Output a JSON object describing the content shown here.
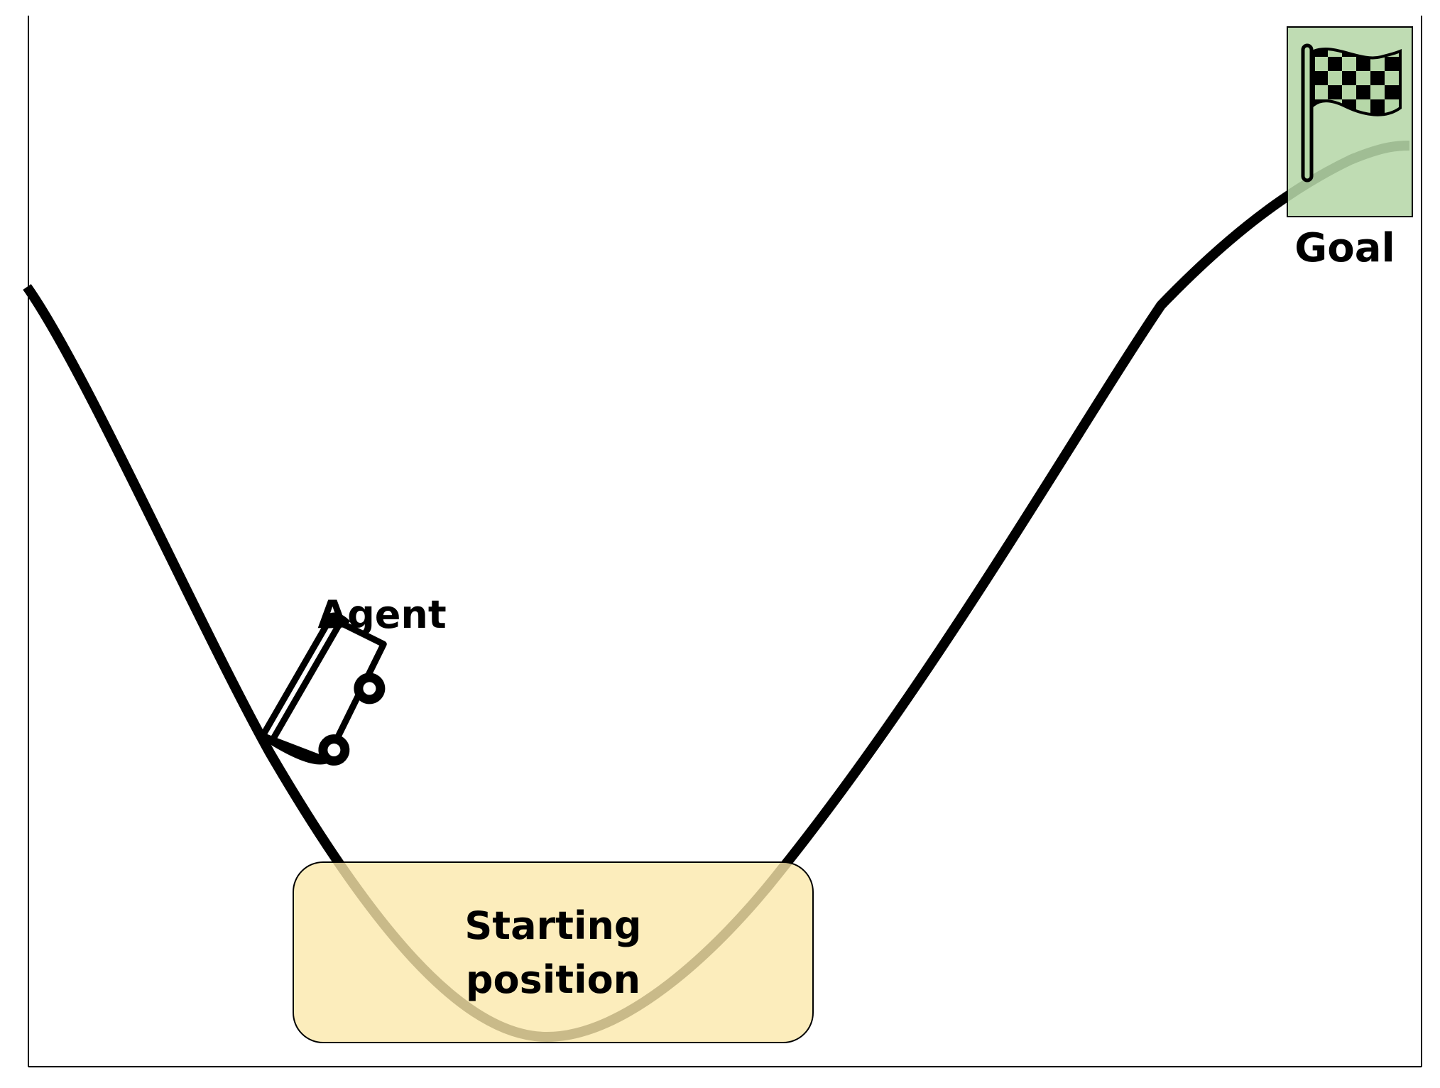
{
  "diagram": {
    "labels": {
      "agent": "Agent",
      "goal": "Goal",
      "start_line1": "Starting",
      "start_line2": "position"
    },
    "colors": {
      "curve": "#000000",
      "start_fill": "#fbe8ab",
      "goal_fill": "#b6d7a8",
      "frame": "#000000"
    },
    "icons": {
      "agent": "car-icon",
      "goal": "checkered-flag-icon"
    }
  }
}
